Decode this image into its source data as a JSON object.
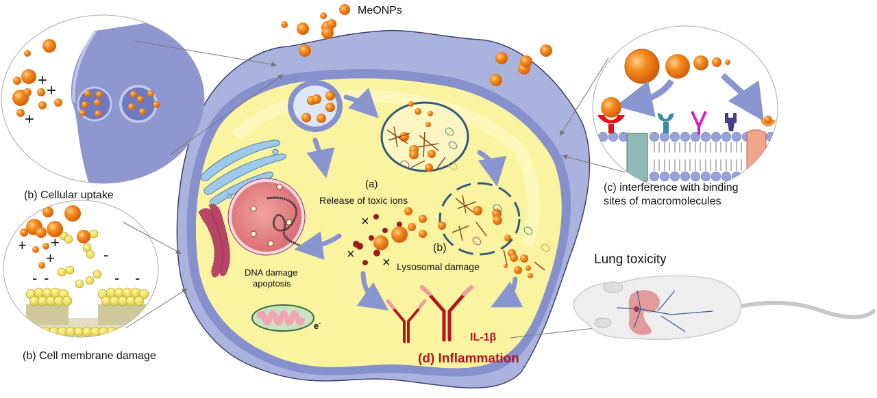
{
  "title": "MeONPs cellular toxicity mechanisms",
  "labels": {
    "meonps": "MeONPs",
    "cellular_uptake": "(b) Cellular uptake",
    "cell_membrane_damage": "(b) Cell membrane damage",
    "release_tag": "(a)",
    "release_text": "Release of toxic ions",
    "lysosomal_tag": "(b)",
    "lysosomal_text": "Lysosomal damage",
    "dna_line1": "DNA damage",
    "dna_line2": "apoptosis",
    "electron": "e",
    "electron_sup": "-",
    "il1b": "IL-1β",
    "inflammation": "(d) Inflammation",
    "interference_line1": "(c) interference with binding",
    "interference_line2": "sites of macromolecules",
    "lung_toxicity": "Lung toxicity"
  },
  "charges": {
    "plus": "+",
    "minus": "-",
    "cross": "×"
  },
  "colors": {
    "nanoparticle": "#f0841c",
    "membrane": "#8e97cf",
    "cytoplasm": "#faf3a0",
    "inflammation": "#b5141f",
    "lysosome_outline": "#2d5a7b"
  }
}
